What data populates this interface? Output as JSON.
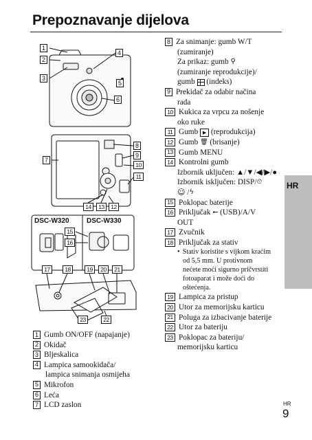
{
  "page": {
    "title": "Prepoznavanje dijelova",
    "side_tab": "HR",
    "page_lang": "HR",
    "page_number": "9"
  },
  "figure": {
    "callouts": [
      "1",
      "2",
      "3",
      "4",
      "5",
      "6",
      "7",
      "8",
      "9",
      "10",
      "11",
      "12",
      "13",
      "14",
      "15",
      "16",
      "17",
      "18",
      "19",
      "20",
      "21",
      "22",
      "23"
    ],
    "model_left": "DSC-W320",
    "model_right": "DSC-W330"
  },
  "legend_left": [
    {
      "num": "1",
      "text": "Gumb ON/OFF (napajanje)"
    },
    {
      "num": "2",
      "text": "Okidač"
    },
    {
      "num": "3",
      "text": "Bljeskalica"
    },
    {
      "num": "4",
      "text": "Lampica samookidača/",
      "cont": "lampica snimanja osmijeha"
    },
    {
      "num": "5",
      "text": "Mikrofon"
    },
    {
      "num": "6",
      "text": "Leća"
    },
    {
      "num": "7",
      "text": "LCD zaslon"
    }
  ],
  "legend_right": {
    "i8": {
      "num": "8",
      "l1": "Za snimanje: gumb W/T",
      "l2": "(zumiranje)",
      "l3": "Za prikaz: gumb",
      "l4": "(zumiranje reprodukcije)/",
      "l5a": "gumb",
      "l5b": "(indeks)"
    },
    "i9": {
      "num": "9",
      "l1": "Prekidač za odabir načina",
      "l2": "rada"
    },
    "i10": {
      "num": "10",
      "l1": "Kukica za vrpcu za nošenje",
      "l2": "oko ruke"
    },
    "i11": {
      "num": "11",
      "a": "Gumb",
      "b": "(reprodukcija)"
    },
    "i12": {
      "num": "12",
      "a": "Gumb",
      "b": "(brisanje)"
    },
    "i13": {
      "num": "13",
      "text": "Gumb MENU"
    },
    "i14": {
      "num": "14",
      "l1": "Kontrolni gumb",
      "l2": "Izbornik uključen: ▲/▼/◀/▶/●",
      "l3": "Izbornik isključen: DISP/",
      "l4": "/"
    },
    "i15": {
      "num": "15",
      "text": "Poklopac baterije"
    },
    "i16": {
      "num": "16",
      "a": "Priključak",
      "b": "(USB)/A/V",
      "l2": "OUT"
    },
    "i17": {
      "num": "17",
      "text": "Zvučnik"
    },
    "i18": {
      "num": "18",
      "text": "Priključak za stativ"
    },
    "bullet": {
      "l1": "Stativ koristite s vijkom kraćim",
      "l2": "od 5,5 mm. U protivnom",
      "l3": "nećete moći sigurno pričvrstiti",
      "l4": "fotoaparat i može doći do",
      "l5": "oštećenja."
    },
    "i19": {
      "num": "19",
      "text": "Lampica za pristup"
    },
    "i20": {
      "num": "20",
      "text": "Utor za memorijsku karticu"
    },
    "i21": {
      "num": "21",
      "text": "Poluga za izbacivanje baterije"
    },
    "i22": {
      "num": "22",
      "text": "Utor za bateriju"
    },
    "i23": {
      "num": "23",
      "l1": "Poklopac za bateriju/",
      "l2": "memorijsku karticu"
    }
  },
  "icons": [
    "search-zoom-icon",
    "index-grid-icon",
    "play-icon",
    "trash-icon",
    "timer-icon",
    "smile-icon",
    "flash-icon",
    "usb-icon"
  ]
}
